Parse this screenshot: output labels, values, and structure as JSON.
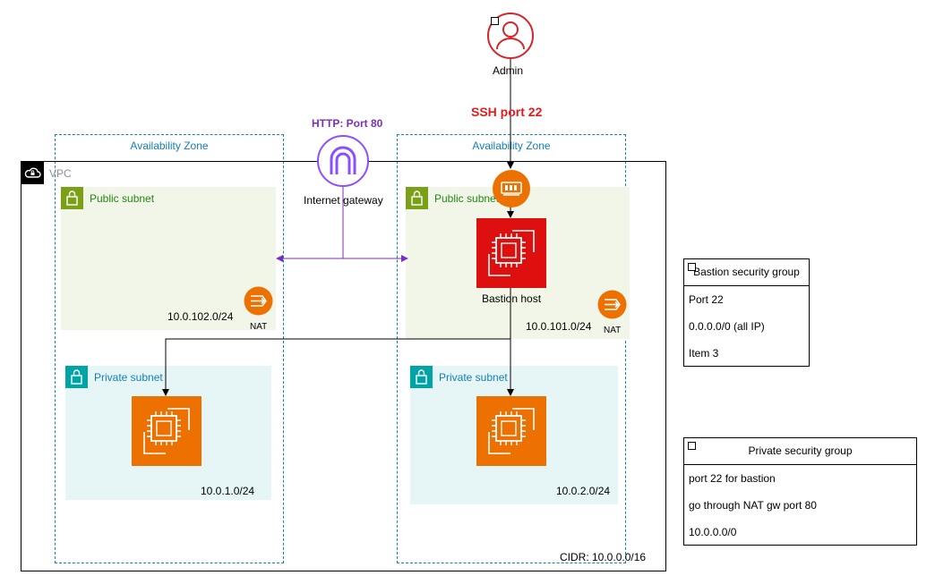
{
  "availability_zones": [
    {
      "label": "Availability Zone"
    },
    {
      "label": "Availability Zone"
    }
  ],
  "vpc": {
    "label": "VPC",
    "cidr": "CIDR: 10.0.0.0/16"
  },
  "subnets": {
    "left_public": {
      "label": "Public subnet",
      "cidr": "10.0.102.0/24"
    },
    "right_public": {
      "label": "Public subnet",
      "cidr": "10.0.101.0/24"
    },
    "left_private": {
      "label": "Private subnet",
      "cidr": "10.0.1.0/24"
    },
    "right_private": {
      "label": "Private subnet",
      "cidr": "10.0.2.0/24"
    }
  },
  "nat": {
    "left_label": "NAT",
    "right_label": "NAT"
  },
  "bastion": {
    "label": "Bastion host"
  },
  "admin": {
    "label": "Admin"
  },
  "internet_gateway": {
    "label": "Internet gateway"
  },
  "connections": {
    "ssh_label": "SSH port 22",
    "http_label": "HTTP: Port 80"
  },
  "bastion_sg": {
    "title": "Bastion security group",
    "items": [
      "Port 22",
      "0.0.0.0/0 (all IP)",
      "Item 3"
    ]
  },
  "private_sg": {
    "title": "Private security group",
    "items": [
      "port 22 for bastion",
      "go through NAT gw port 80",
      "10.0.0.0/0"
    ]
  },
  "colors": {
    "az_border": "#147eba",
    "public_subnet": "#7aa116",
    "private_subnet": "#00a4a6",
    "ec2": "#ed7100",
    "bastion": "#dd0f0f",
    "ssh": "#e41a1c",
    "http": "#7a2ebe",
    "admin": "#d6242d"
  }
}
